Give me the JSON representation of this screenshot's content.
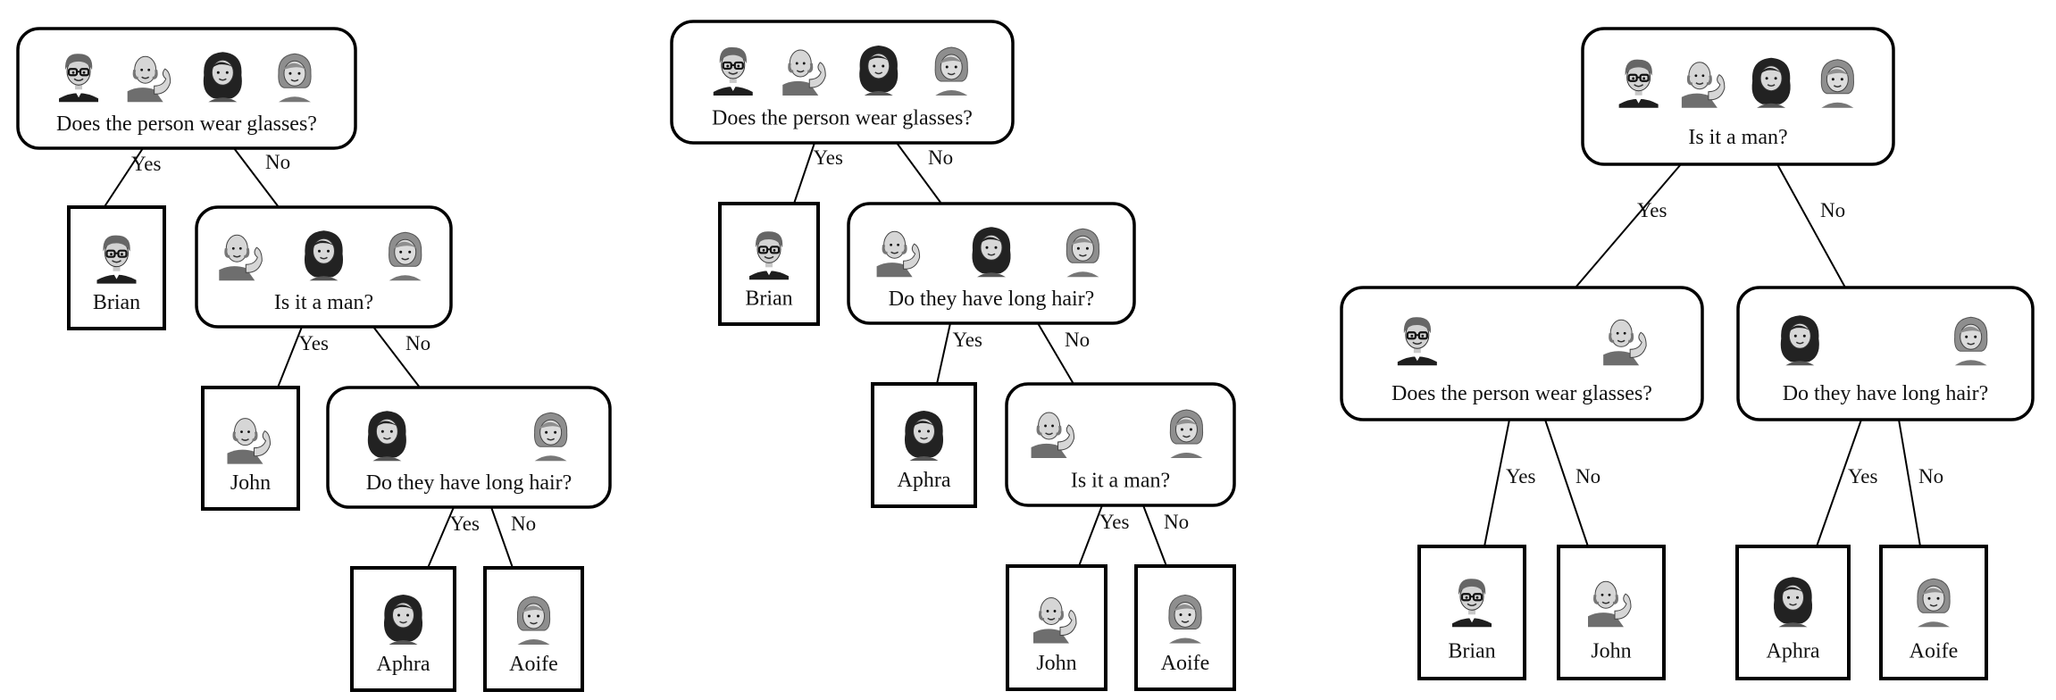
{
  "trees": [
    {
      "id": "tree1",
      "root": {
        "question": "Does the person wear glasses?",
        "faces": [
          "brian",
          "john",
          "aphra",
          "aoife"
        ],
        "yes_label": "Yes",
        "no_label": "No",
        "yes": {
          "leaf": "Brian",
          "face": "brian"
        },
        "no": {
          "question": "Is it a man?",
          "faces": [
            "john",
            "aphra",
            "aoife"
          ],
          "yes_label": "Yes",
          "no_label": "No",
          "yes": {
            "leaf": "John",
            "face": "john"
          },
          "no": {
            "question": "Do they have long hair?",
            "faces": [
              "aphra",
              "aoife"
            ],
            "yes_label": "Yes",
            "no_label": "No",
            "yes": {
              "leaf": "Aphra",
              "face": "aphra"
            },
            "no": {
              "leaf": "Aoife",
              "face": "aoife"
            }
          }
        }
      }
    },
    {
      "id": "tree2",
      "root": {
        "question": "Does the person wear glasses?",
        "faces": [
          "brian",
          "john",
          "aphra",
          "aoife"
        ],
        "yes_label": "Yes",
        "no_label": "No",
        "yes": {
          "leaf": "Brian",
          "face": "brian"
        },
        "no": {
          "question": "Do they have long hair?",
          "faces": [
            "john",
            "aphra",
            "aoife"
          ],
          "yes_label": "Yes",
          "no_label": "No",
          "yes": {
            "leaf": "Aphra",
            "face": "aphra"
          },
          "no": {
            "question": "Is it a man?",
            "faces": [
              "john",
              "aoife"
            ],
            "yes_label": "Yes",
            "no_label": "No",
            "yes": {
              "leaf": "John",
              "face": "john"
            },
            "no": {
              "leaf": "Aoife",
              "face": "aoife"
            }
          }
        }
      }
    },
    {
      "id": "tree3",
      "root": {
        "question": "Is it a man?",
        "faces": [
          "brian",
          "john",
          "aphra",
          "aoife"
        ],
        "yes_label": "Yes",
        "no_label": "No",
        "yes": {
          "question": "Does the person wear glasses?",
          "faces": [
            "brian",
            "john"
          ],
          "yes_label": "Yes",
          "no_label": "No",
          "yes": {
            "leaf": "Brian",
            "face": "brian"
          },
          "no": {
            "leaf": "John",
            "face": "john"
          }
        },
        "no": {
          "question": "Do they have long hair?",
          "faces": [
            "aphra",
            "aoife"
          ],
          "yes_label": "Yes",
          "no_label": "No",
          "yes": {
            "leaf": "Aphra",
            "face": "aphra"
          },
          "no": {
            "leaf": "Aoife",
            "face": "aoife"
          }
        }
      }
    }
  ]
}
